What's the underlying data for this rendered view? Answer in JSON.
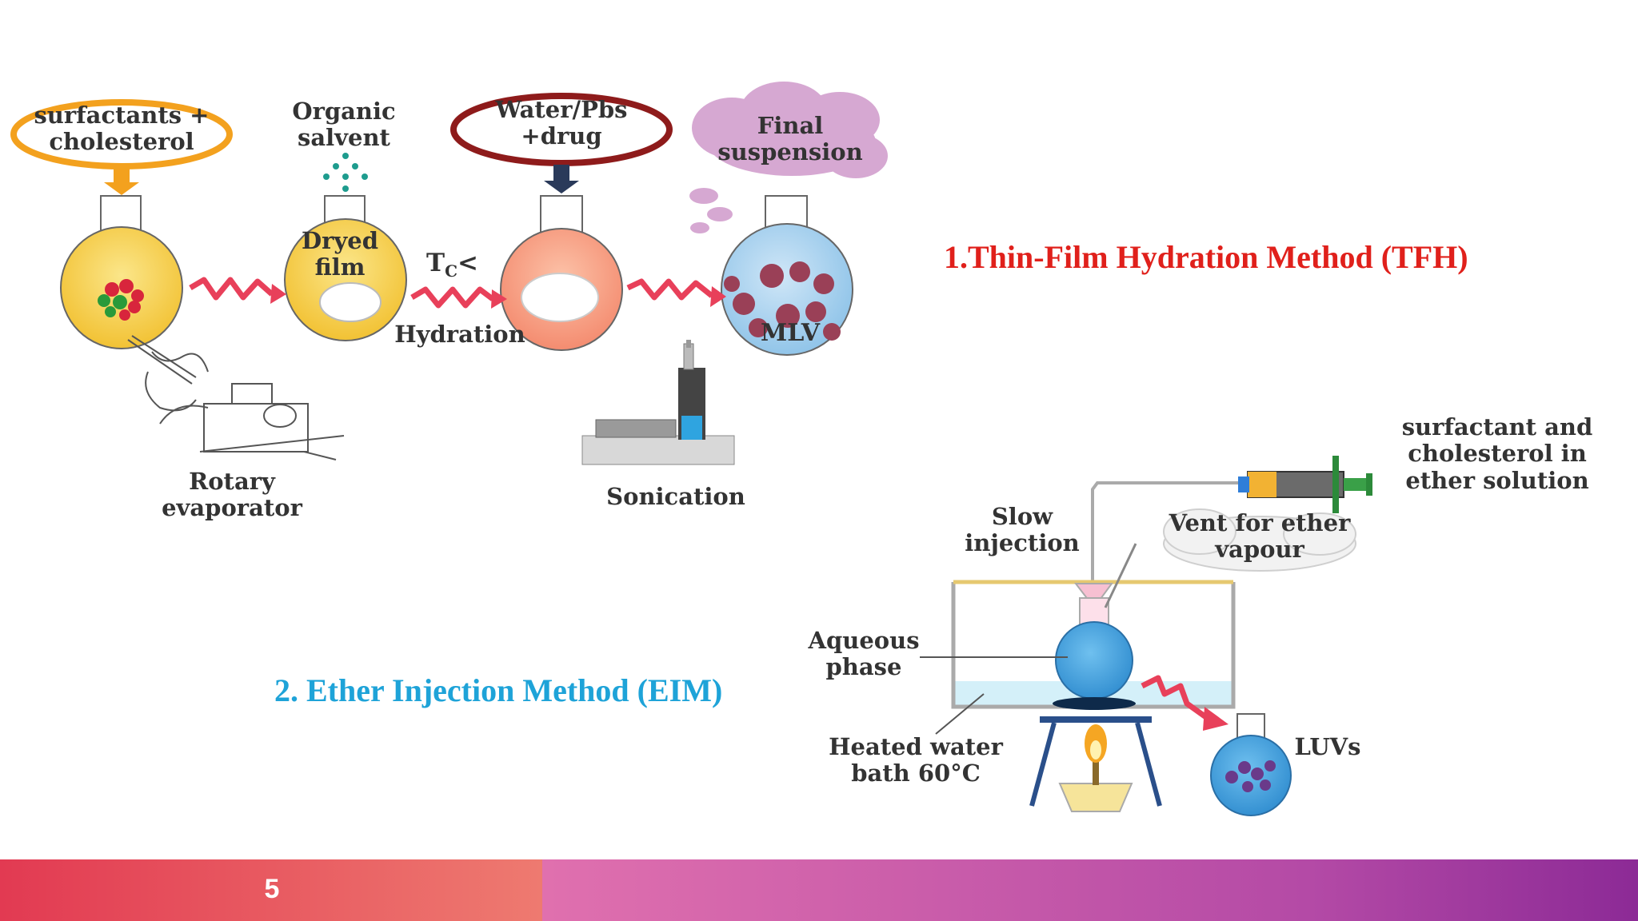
{
  "slide": {
    "page_number": "5",
    "footer_colors": {
      "left_start": "#e23a52",
      "left_end": "#ee7a70",
      "right_start": "#e070ae",
      "right_end": "#8c2a96"
    }
  },
  "tfh": {
    "title": "1.Thin-Film Hydration Method (TFH)",
    "title_color": "#e0201b",
    "labels": {
      "surfactants_cholesterol": "surfactants +\ncholesterol",
      "organic_solvent": "Organic\nsalvent",
      "water_pbs_drug": "Water/Pbs\n+drug",
      "final_suspension": "Final\nsuspension",
      "dryed_film": "Dryed\nfilm",
      "tc": "T",
      "tc_sub": "C",
      "tc_lt": "<",
      "hydration": "Hydration",
      "mlv": "MLV",
      "rotary_evaporator": "Rotary\nevaporator",
      "sonication": "Sonication"
    }
  },
  "eim": {
    "title": "2. Ether Injection Method (EIM)",
    "title_color": "#1ea3d8",
    "labels": {
      "surfactant_ether": "surfactant and\ncholesterol  in\nether solution",
      "slow_injection": "Slow\ninjection",
      "vent": "Vent for ether\nvapour",
      "aqueous_phase": "Aqueous\nphase",
      "heated_water": "Heated water\nbath 60°C",
      "luvs": "LUVs"
    }
  }
}
